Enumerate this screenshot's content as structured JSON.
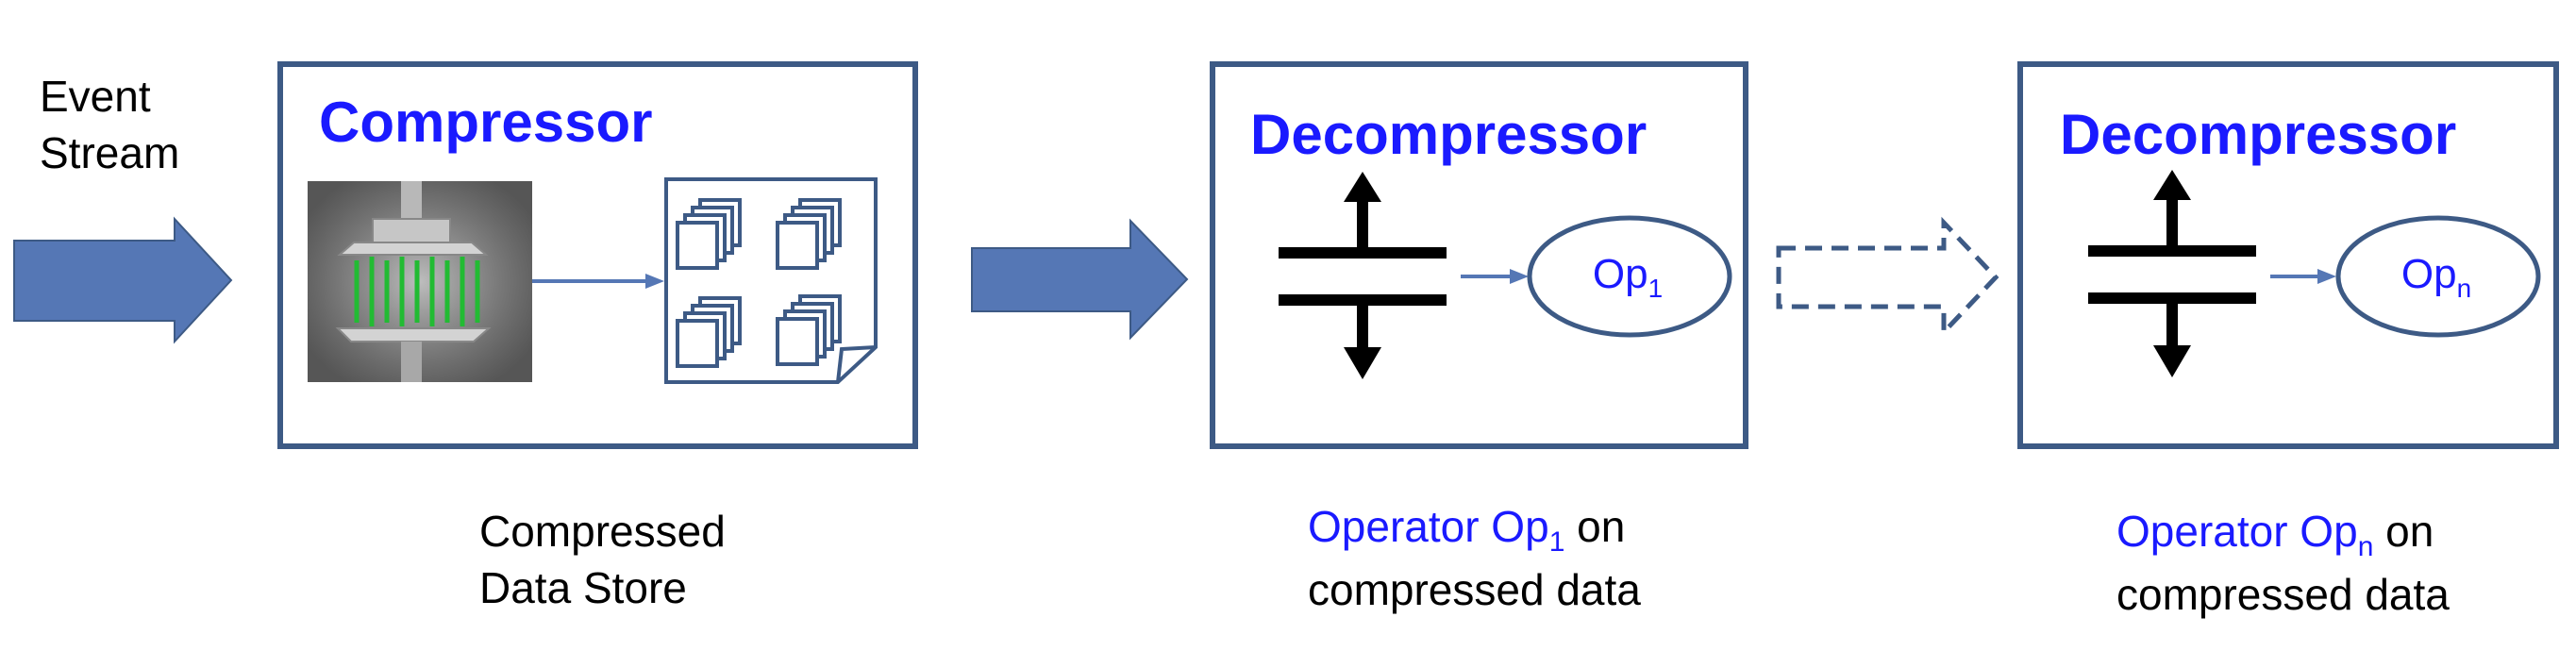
{
  "input": {
    "line1": "Event",
    "line2": "Stream"
  },
  "compressor": {
    "title": "Compressor"
  },
  "store": {
    "line1": "Compressed",
    "line2": "Data Store"
  },
  "decompressor_1": {
    "title": "Decompressor",
    "op_base": "Op",
    "op_sub": "1",
    "caption_prefix": "Operator Op",
    "caption_sub": "1",
    "caption_suffix": " on",
    "caption_line2": "compressed data"
  },
  "decompressor_n": {
    "title": "Decompressor",
    "op_base": "Op",
    "op_sub": "n",
    "caption_prefix": "Operator Op",
    "caption_sub": "n",
    "caption_suffix": " on",
    "caption_line2": "compressed data"
  },
  "colors": {
    "box_border": "#3d5a85",
    "arrow_fill": "#5577b5",
    "arrow_stroke": "#3d5a85",
    "title": "#1a1aff",
    "green": "#22bb33"
  }
}
